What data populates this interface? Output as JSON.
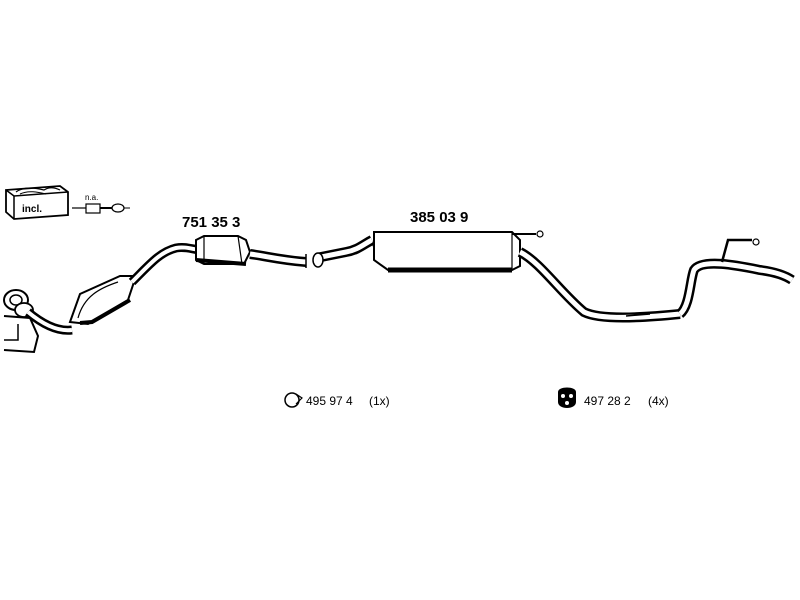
{
  "parts": {
    "front_section": {
      "number": "751 35 3"
    },
    "rear_silencer": {
      "number": "385 03 9"
    }
  },
  "kit": {
    "included_label": "incl.",
    "not_available_label": "n.a."
  },
  "accessories": {
    "clamp": {
      "number": "495 97 4",
      "quantity": "(1x)"
    },
    "rubber_mount": {
      "number": "497 28 2",
      "quantity": "(4x)"
    }
  }
}
